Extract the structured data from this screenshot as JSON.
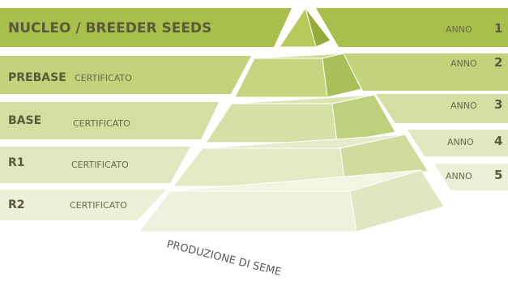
{
  "levels": [
    {
      "name": "NUCLEO / BREEDER SEEDS",
      "cert": "",
      "anno_label": "ANNO",
      "anno_num": "1"
    },
    {
      "name": "PREBASE",
      "cert": "CERTIFICATO",
      "anno_label": "ANNO",
      "anno_num": "2"
    },
    {
      "name": "BASE",
      "cert": "CERTIFICATO",
      "anno_label": "ANNO",
      "anno_num": "3"
    },
    {
      "name": "R1",
      "cert": "CERTIFICATO",
      "anno_label": "ANNO",
      "anno_num": "4"
    },
    {
      "name": "R2",
      "cert": "CERTIFICATO",
      "anno_label": "ANNO",
      "anno_num": "5"
    }
  ],
  "caption": "PRODUZIONE DI SEME",
  "colors": {
    "band_1": "#a8bf4c",
    "band_2": "#c2d37c",
    "band_3": "#d3dfa2",
    "band_4": "#e0e8c0",
    "band_5": "#ebf0d6",
    "pyr_front_1": "#b5ca5a",
    "pyr_side_1": "#95ab3c",
    "pyr_front_5": "#eef2dc",
    "pyr_side_5": "#dfe7c2",
    "outline": "#7a8a4a"
  }
}
